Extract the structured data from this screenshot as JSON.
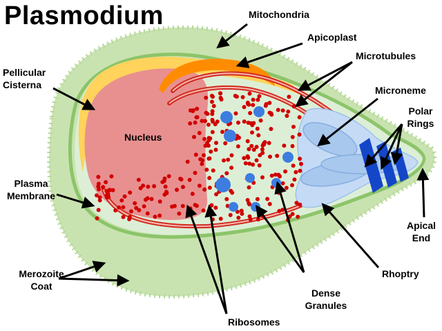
{
  "title": "Plasmodium",
  "labels": {
    "mitochondria": "Mitochondria",
    "apicoplast": "Apicoplast",
    "microtubules": "Microtubules",
    "microneme": "Microneme",
    "polar_rings_1": "Polar",
    "polar_rings_2": "Rings",
    "pellicular_1": "Pellicular",
    "pellicular_2": "Cisterna",
    "nucleus": "Nucleus",
    "plasma_1": "Plasma",
    "plasma_2": "Membrane",
    "apical_1": "Apical",
    "apical_2": "End",
    "merozoite_1": "Merozoite",
    "merozoite_2": "Coat",
    "rhoptry": "Rhoptry",
    "dense_1": "Dense",
    "dense_2": "Granules",
    "ribosomes": "Ribosomes"
  },
  "colors": {
    "coat": "#c9e3b0",
    "coat_dark": "#a9d08e",
    "cytoplasm": "#dcefd6",
    "membrane": "#8cc46a",
    "mitochondria": "#ffd35c",
    "apicoplast": "#ff8c00",
    "nucleus": "#e89090",
    "microtubule": "#d12b20",
    "ribosome": "#d10000",
    "dense_granule": "#3d7de0",
    "rhoptry": "#c5dbf5",
    "polar_rings": "#1446c8"
  }
}
